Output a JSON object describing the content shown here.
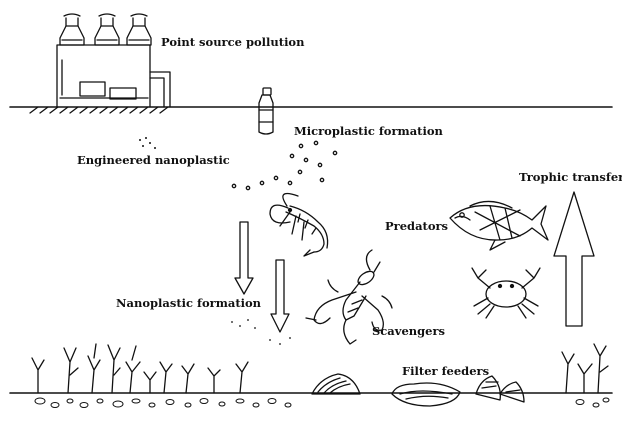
{
  "labels": {
    "point_source": "Point source pollution",
    "microplastic": "Microplastic formation",
    "engineered": "Engineered nanoplastic",
    "trophic": "Trophic transfer",
    "predators": "Predators",
    "nanoplastic": "Nanoplastic formation",
    "scavengers": "Scavengers",
    "filter_feeders": "Filter feeders"
  },
  "colors": {
    "ink": "#111111",
    "background": "#ffffff"
  },
  "icons": [
    "factory-icon",
    "bottle-icon",
    "shrimp-icon",
    "fish-icon",
    "crab-icon",
    "lobster-icon",
    "mussel-icon",
    "oyster-icon",
    "snail-icon",
    "seaweed-icon",
    "down-arrow-icon",
    "up-arrow-icon"
  ]
}
